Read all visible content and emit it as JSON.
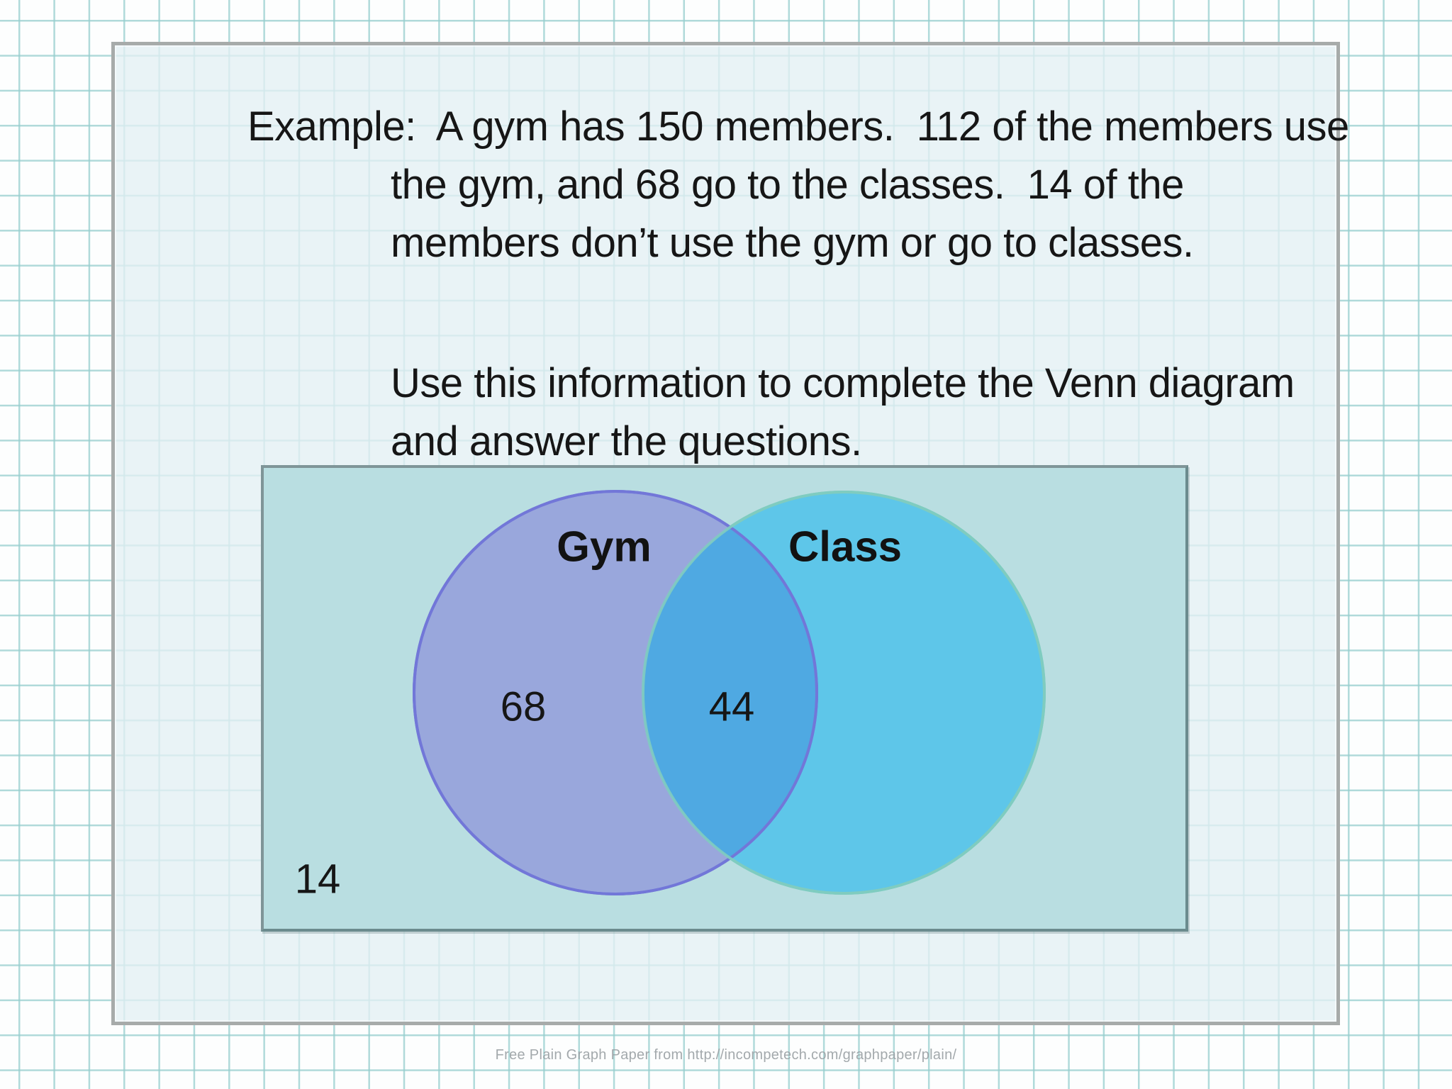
{
  "slide": {
    "intro": {
      "line1": "Example:  A gym has 150 members.  112 of the members use",
      "line2": "the gym, and 68 go to the classes.  14 of the",
      "line3": "members don’t use the gym or go to classes."
    },
    "instructions": {
      "line1": "Use this information to complete the Venn diagram",
      "line2": "and answer the questions."
    }
  },
  "venn": {
    "left_label": "Gym",
    "right_label": "Class",
    "left_only_count": "68",
    "intersection_count": "44",
    "outside_count": "14",
    "total_members_mentioned": "150",
    "colors": {
      "box_fill": "#b9dee1",
      "box_border": "#7f9598",
      "left_circle_fill": "#99a7dc",
      "left_circle_border": "#7277d8",
      "right_circle_fill": "#5ec6e9",
      "right_circle_border": "#7fccc0",
      "overlap_fill": "#4fa9e2"
    }
  },
  "background": {
    "paper_color": "#fdfefe",
    "grid_color": "#96cece",
    "slide_fill": "#e3eff3",
    "slide_border": "#a7abaa"
  },
  "footer": {
    "credit": "Free Plain Graph Paper from http://incompetech.com/graphpaper/plain/"
  }
}
